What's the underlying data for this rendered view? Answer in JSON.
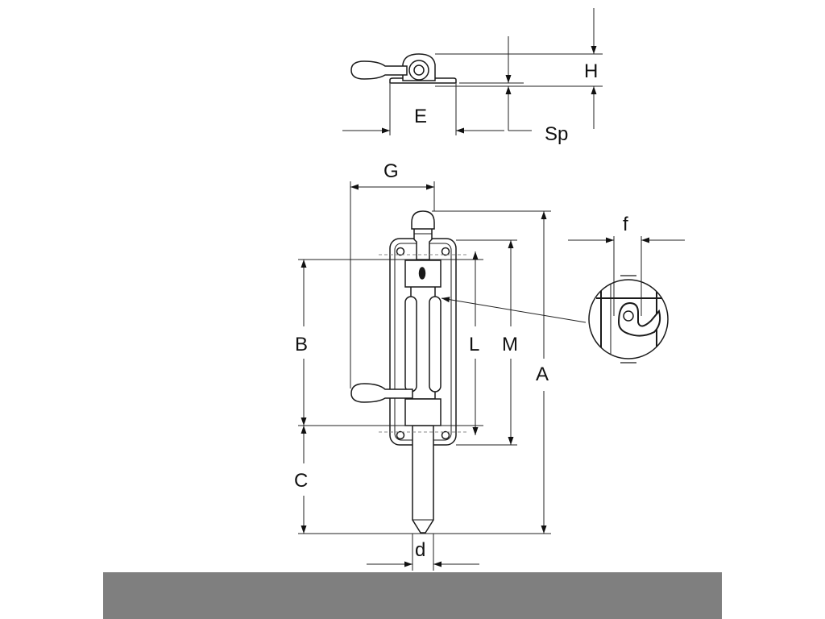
{
  "labels": {
    "H": "H",
    "E": "E",
    "Sp": "Sp",
    "G": "G",
    "f": "f",
    "B": "B",
    "L": "L",
    "M": "M",
    "A": "A",
    "C": "C",
    "d": "d"
  },
  "colors": {
    "line": "#1a1a1a",
    "dim": "#222222",
    "fill": "#ffffff",
    "bar": "#7f7f7f"
  }
}
